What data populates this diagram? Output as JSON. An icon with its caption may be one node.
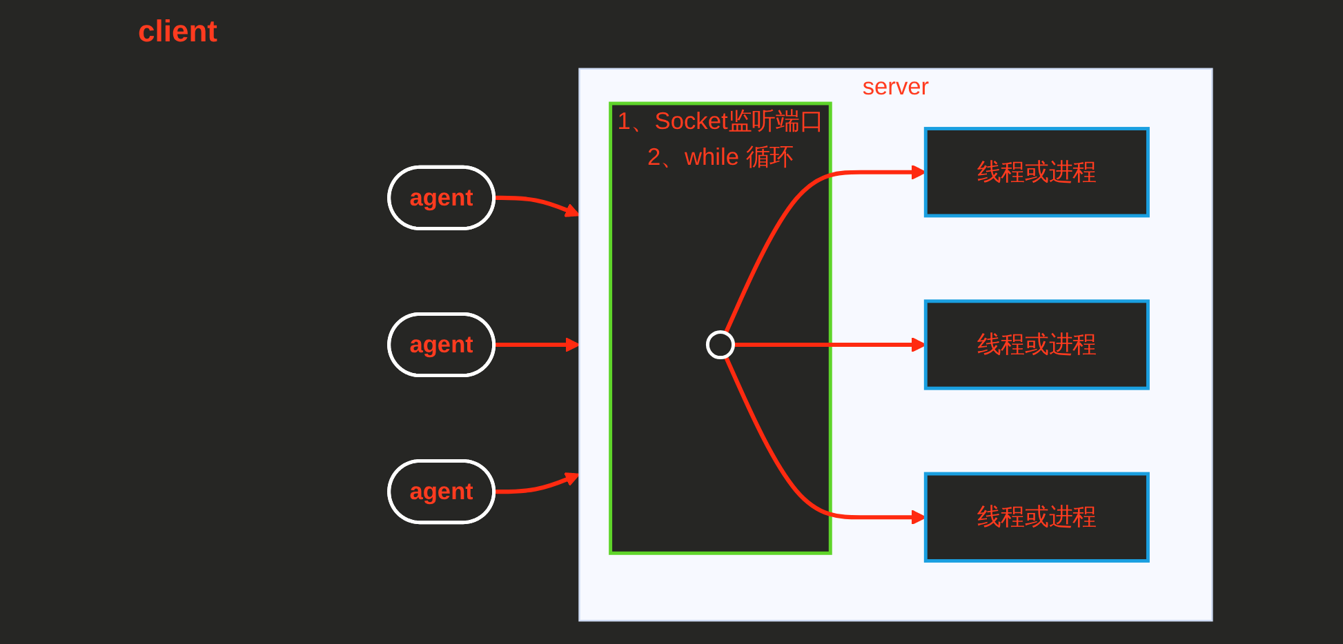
{
  "diagram": {
    "nodes": [
      {
        "text": [
          "agent"
        ]
      },
      {
        "text": [
          "agent"
        ]
      },
      {
        "text": [
          "agent"
        ]
      },
      {
        "text": [
          "server"
        ]
      },
      {
        "text": [
          "1、Socket监听端口",
          "2、while 循环"
        ],
        "in": 3
      },
      {
        "text": [],
        "shape": "circle",
        "in": 4
      },
      {
        "text": [
          "线程或进程"
        ],
        "in": 3
      },
      {
        "text": [
          "线程或进程"
        ],
        "in": 3
      },
      {
        "text": [
          "线程或进程"
        ],
        "in": 3
      }
    ],
    "edges": [
      {
        "from": 0,
        "to": 3,
        "arrow": "to"
      },
      {
        "from": 1,
        "to": 3,
        "arrow": "to"
      },
      {
        "from": 2,
        "to": 3,
        "arrow": "to"
      },
      {
        "from": 5,
        "to": 6,
        "arrow": "to"
      },
      {
        "from": 5,
        "to": 7,
        "arrow": "to"
      },
      {
        "from": 5,
        "to": 8,
        "arrow": "to"
      }
    ],
    "labels": [
      "client"
    ]
  }
}
